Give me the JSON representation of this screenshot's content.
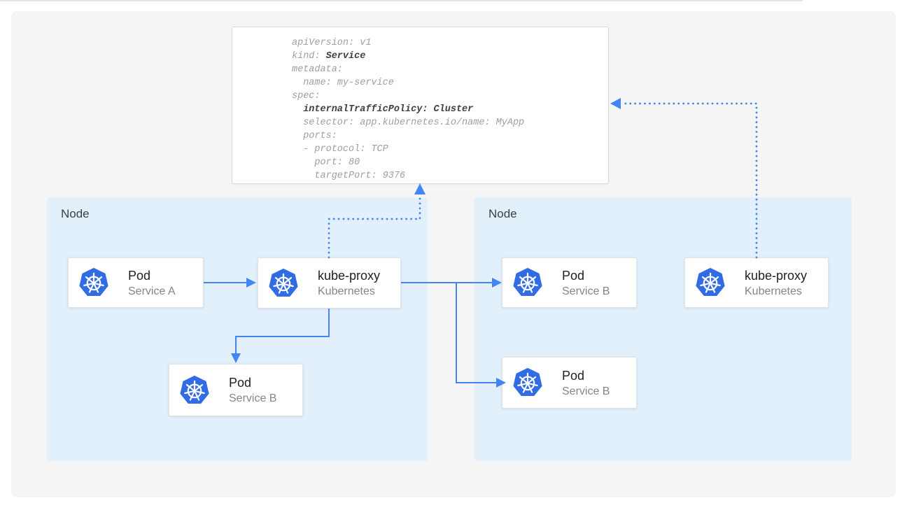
{
  "code_block": {
    "l1": "apiVersion: v1",
    "l2a": "kind: ",
    "l2b": "Service",
    "l3": "metadata:",
    "l4": "  name: my-service",
    "l5": "spec:",
    "l6a": "  ",
    "l6b": "internalTrafficPolicy: Cluster",
    "l7": "  selector: app.kubernetes.io/name: MyApp",
    "l8": "  ports:",
    "l9": "  - protocol: TCP",
    "l10": "    port: 80",
    "l11": "    targetPort: 9376"
  },
  "nodes": {
    "left": {
      "label": "Node"
    },
    "right": {
      "label": "Node"
    }
  },
  "cards": {
    "pod_a": {
      "title": "Pod",
      "subtitle": "Service A"
    },
    "kube_proxy_left": {
      "title": "kube-proxy",
      "subtitle": "Kubernetes"
    },
    "pod_b_left": {
      "title": "Pod",
      "subtitle": "Service B"
    },
    "pod_b_right_top": {
      "title": "Pod",
      "subtitle": "Service B"
    },
    "pod_b_right_bottom": {
      "title": "Pod",
      "subtitle": "Service B"
    },
    "kube_proxy_right": {
      "title": "kube-proxy",
      "subtitle": "Kubernetes"
    }
  },
  "icons": {
    "kubernetes": "kubernetes-wheel-icon"
  },
  "colors": {
    "accent_blue": "#4285F4",
    "kubernetes_blue": "#326CE5",
    "node_bg": "#E2F0FC",
    "panel_bg": "#F5F5F5",
    "code_gray": "#9AA0A6",
    "code_dark": "#3C4043"
  }
}
